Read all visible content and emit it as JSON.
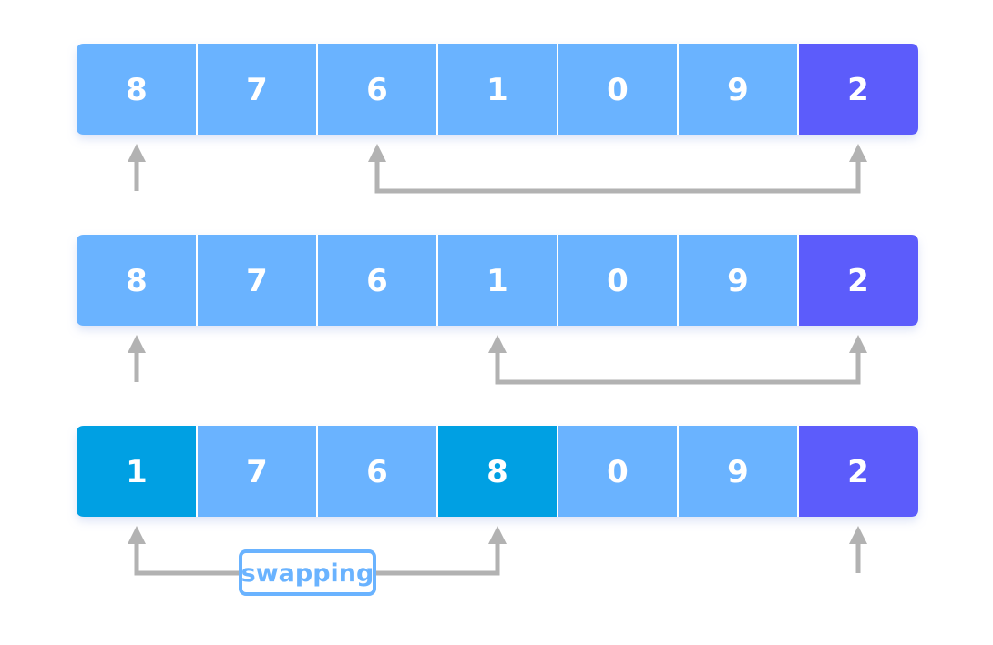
{
  "rows": [
    {
      "cells": [
        {
          "value": "8",
          "role": "normal"
        },
        {
          "value": "7",
          "role": "normal"
        },
        {
          "value": "6",
          "role": "normal"
        },
        {
          "value": "1",
          "role": "normal"
        },
        {
          "value": "0",
          "role": "normal"
        },
        {
          "value": "9",
          "role": "normal"
        },
        {
          "value": "2",
          "role": "pivot"
        }
      ],
      "pointer_index": 0,
      "scan_index": 2,
      "pivot_index": 6,
      "connector": "scan-to-pivot"
    },
    {
      "cells": [
        {
          "value": "8",
          "role": "normal"
        },
        {
          "value": "7",
          "role": "normal"
        },
        {
          "value": "6",
          "role": "normal"
        },
        {
          "value": "1",
          "role": "normal"
        },
        {
          "value": "0",
          "role": "normal"
        },
        {
          "value": "9",
          "role": "normal"
        },
        {
          "value": "2",
          "role": "pivot"
        }
      ],
      "pointer_index": 0,
      "scan_index": 3,
      "pivot_index": 6,
      "connector": "scan-to-pivot"
    },
    {
      "cells": [
        {
          "value": "1",
          "role": "swapped"
        },
        {
          "value": "7",
          "role": "normal"
        },
        {
          "value": "6",
          "role": "normal"
        },
        {
          "value": "8",
          "role": "swapped"
        },
        {
          "value": "0",
          "role": "normal"
        },
        {
          "value": "9",
          "role": "normal"
        },
        {
          "value": "2",
          "role": "pivot"
        }
      ],
      "pointer_index": 0,
      "scan_index": 3,
      "pivot_index": 6,
      "connector": "swap"
    }
  ],
  "swap_label": "swapping",
  "colors": {
    "normal": "#6ab3ff",
    "swapped": "#03a0e3",
    "pivot": "#5b5bfb",
    "text": "#ffffff",
    "arrow": "#b2b2b2",
    "label_border": "#6ab3ff",
    "label_text": "#6ab3ff",
    "divider": "#ffffff"
  }
}
